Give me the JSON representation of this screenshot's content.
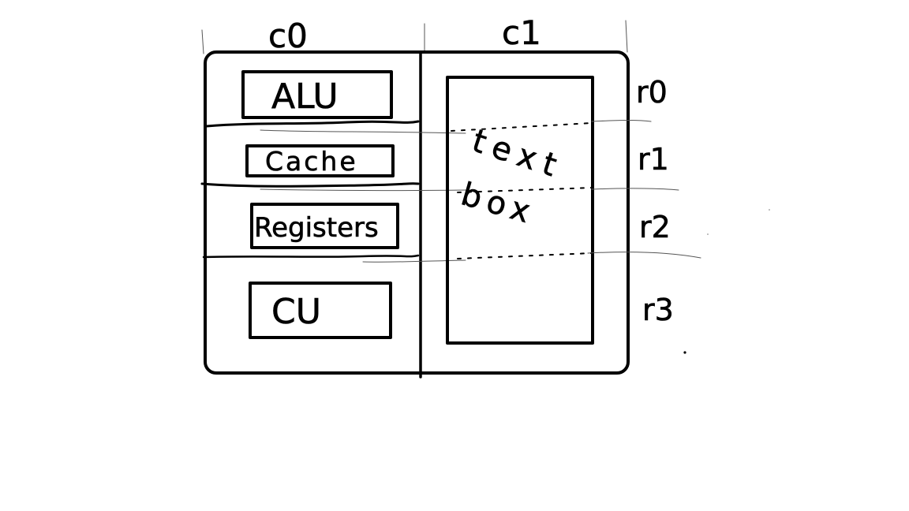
{
  "columns": [
    "c0",
    "c1"
  ],
  "rows": [
    "r0",
    "r1",
    "r2",
    "r3"
  ],
  "components": [
    "ALU",
    "Cache",
    "Registers",
    "CU"
  ],
  "text_box_label": {
    "line1": "text",
    "line2": "box"
  }
}
